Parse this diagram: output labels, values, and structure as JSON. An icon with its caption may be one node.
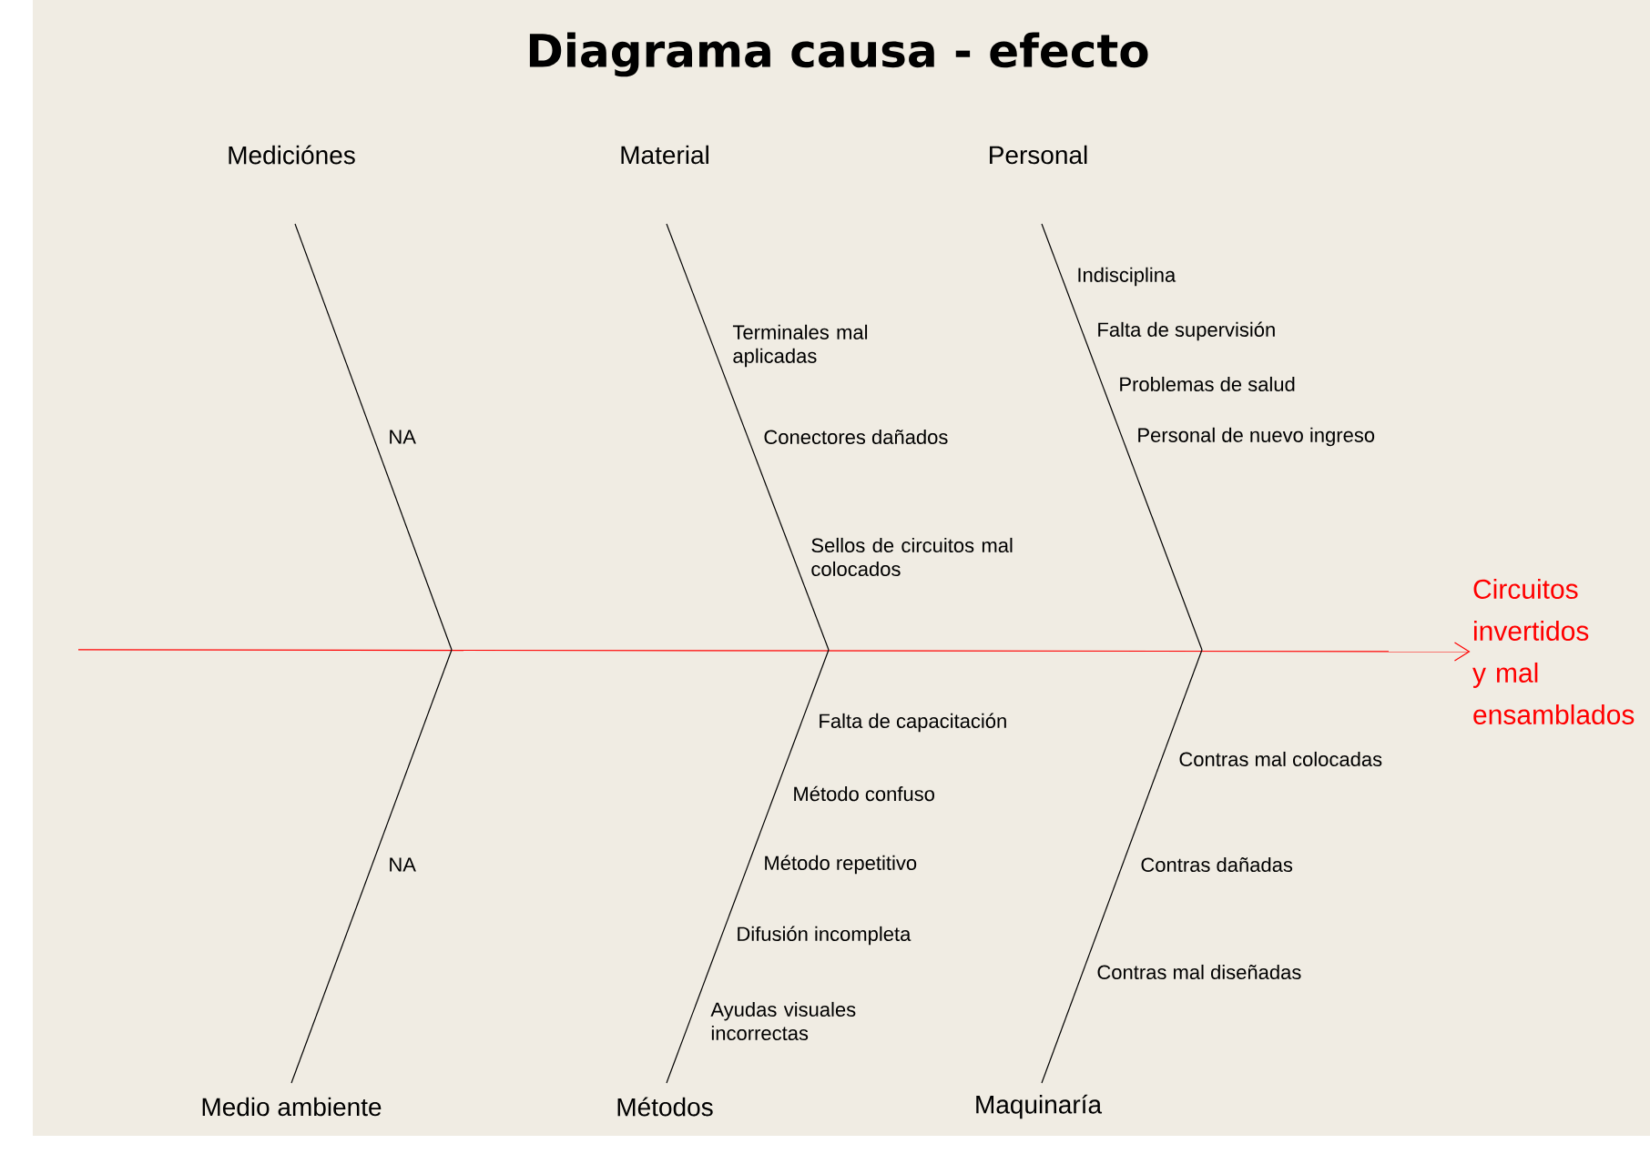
{
  "diagram": {
    "title": "Diagrama causa - efecto",
    "nodes": [
      {
        "text": [
          "Mediciónes"
        ]
      },
      {
        "text": [
          "Material"
        ]
      },
      {
        "text": [
          "Personal"
        ]
      },
      {
        "text": [
          "Circuitos invertidos y mal ensamblados"
        ]
      },
      {
        "text": [
          "Medio ambiente"
        ]
      },
      {
        "text": [
          "Métodos"
        ]
      },
      {
        "text": [
          "Maquinaría"
        ]
      }
    ],
    "edges": [
      {
        "from": null,
        "to": 3,
        "arrow": "to",
        "color": "#ff0000"
      },
      {
        "from": 0,
        "to": null,
        "arrow": "none"
      },
      {
        "from": 1,
        "to": null,
        "arrow": "none"
      },
      {
        "from": 2,
        "to": null,
        "arrow": "none"
      },
      {
        "from": 4,
        "to": null,
        "arrow": "none"
      },
      {
        "from": 5,
        "to": null,
        "arrow": "none"
      },
      {
        "from": 6,
        "to": null,
        "arrow": "none"
      }
    ],
    "labels": [
      "Indisciplina",
      "Falta de supervisión",
      "Terminales mal aplicadas",
      "Problemas de salud",
      "NA",
      "Conectores dañados",
      "Personal de nuevo ingreso",
      "Sellos de circuitos mal colocados",
      "Falta de capacitación",
      "Contras mal colocadas",
      "Método confuso",
      "NA",
      "Método repetitivo",
      "Contras dañadas",
      "Difusión incompleta",
      "Contras mal diseñadas",
      "Ayudas visuales incorrectas"
    ]
  }
}
